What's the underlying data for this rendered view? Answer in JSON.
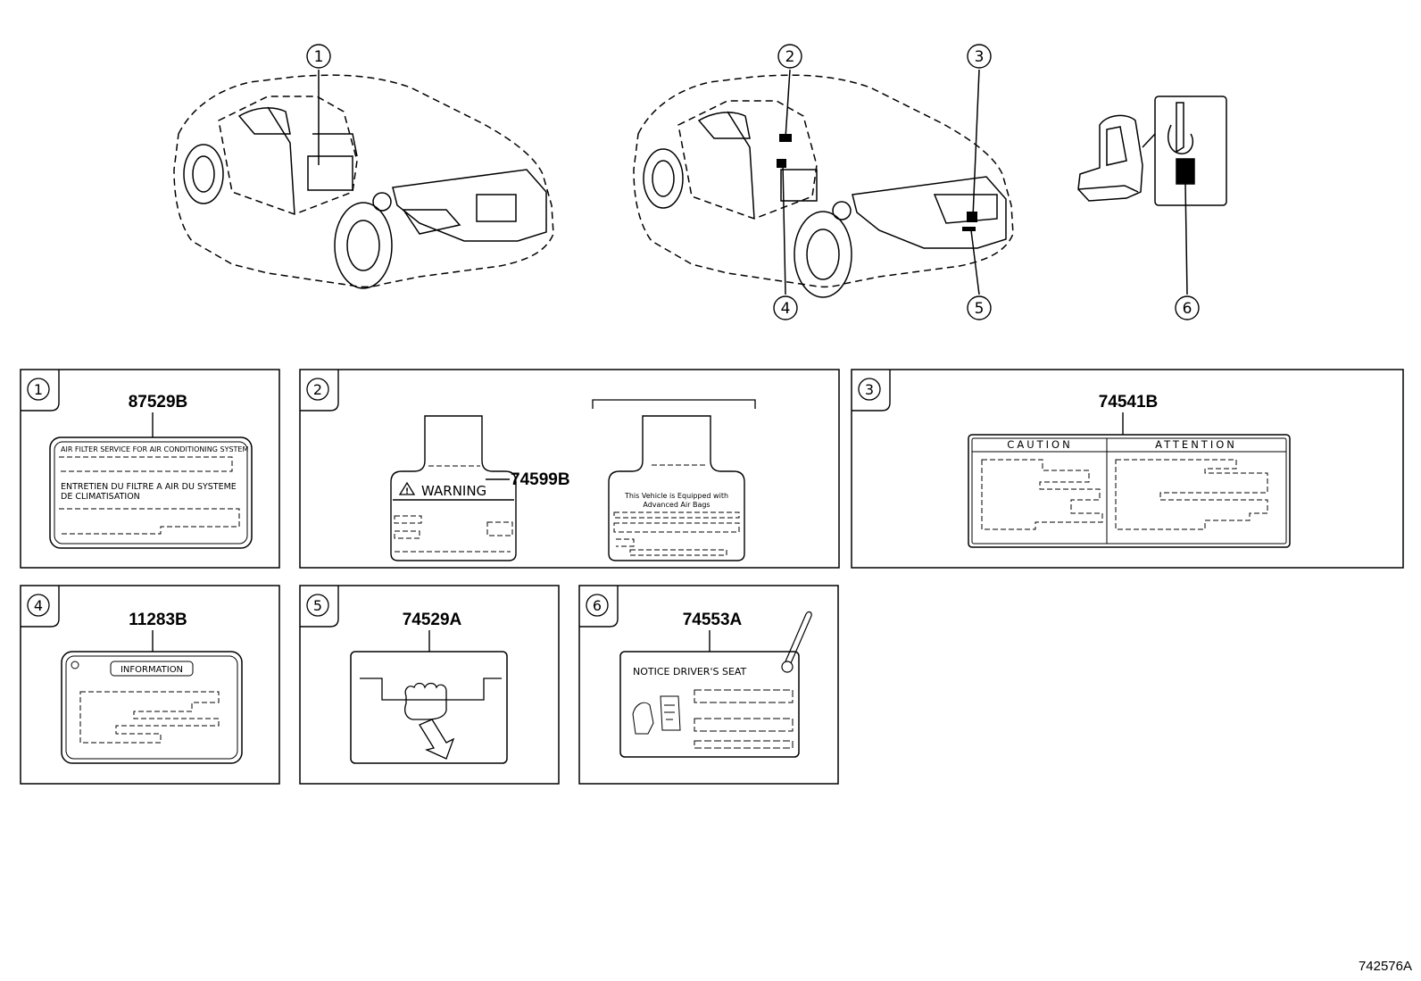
{
  "callouts": [
    "1",
    "2",
    "3",
    "4",
    "5",
    "6"
  ],
  "panels": [
    {
      "num": "1",
      "part": "87529B",
      "label_line1": "AIR FILTER SERVICE FOR AIR CONDITIONING SYSTEM",
      "label_line2": "ENTRETIEN DU FILTRE A AIR DU SYSTEME",
      "label_line3": "DE CLIMATISATION"
    },
    {
      "num": "2",
      "part": "74599B",
      "warning": "WARNING",
      "airbag_line1": "This Vehicle is Equipped with",
      "airbag_line2": "Advanced Air Bags"
    },
    {
      "num": "3",
      "part": "74541B",
      "caution": "CAUTION",
      "attention": "ATTENTION"
    },
    {
      "num": "4",
      "part": "11283B",
      "info": "INFORMATION"
    },
    {
      "num": "5",
      "part": "74529A"
    },
    {
      "num": "6",
      "part": "74553A",
      "notice": "NOTICE DRIVER'S SEAT"
    }
  ],
  "ref_code": "742576A"
}
